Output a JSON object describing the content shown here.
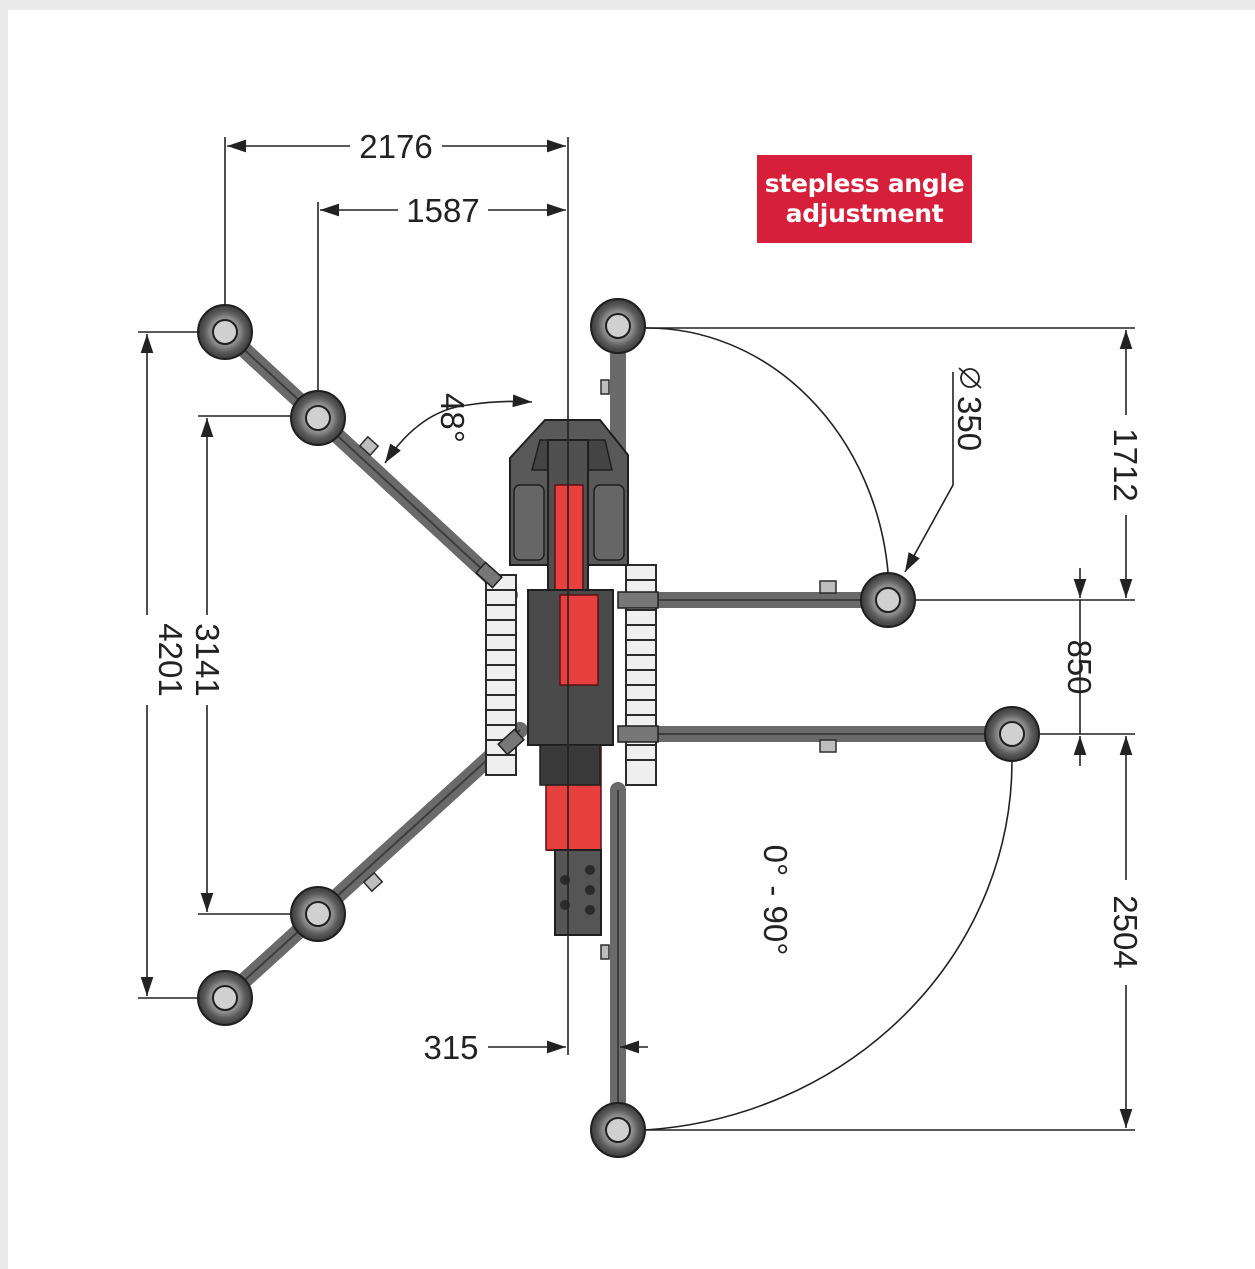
{
  "badge": {
    "line1": "stepless angle",
    "line2": "adjustment",
    "color": "#d61f3a"
  },
  "dimensions": {
    "top_outer": "2176",
    "top_inner": "1587",
    "left_outer": "4201",
    "left_inner": "3141",
    "angle": "48°",
    "diameter": "350",
    "right_upper": "1712",
    "right_middle": "850",
    "right_lower": "2504",
    "bottom_offset": "315",
    "angle_range": "0° - 90°"
  },
  "colors": {
    "frame": "#5a5a5a",
    "frame_dark": "#2b2b2b",
    "hydraulic_red": "#e8403f",
    "line": "#222222"
  }
}
